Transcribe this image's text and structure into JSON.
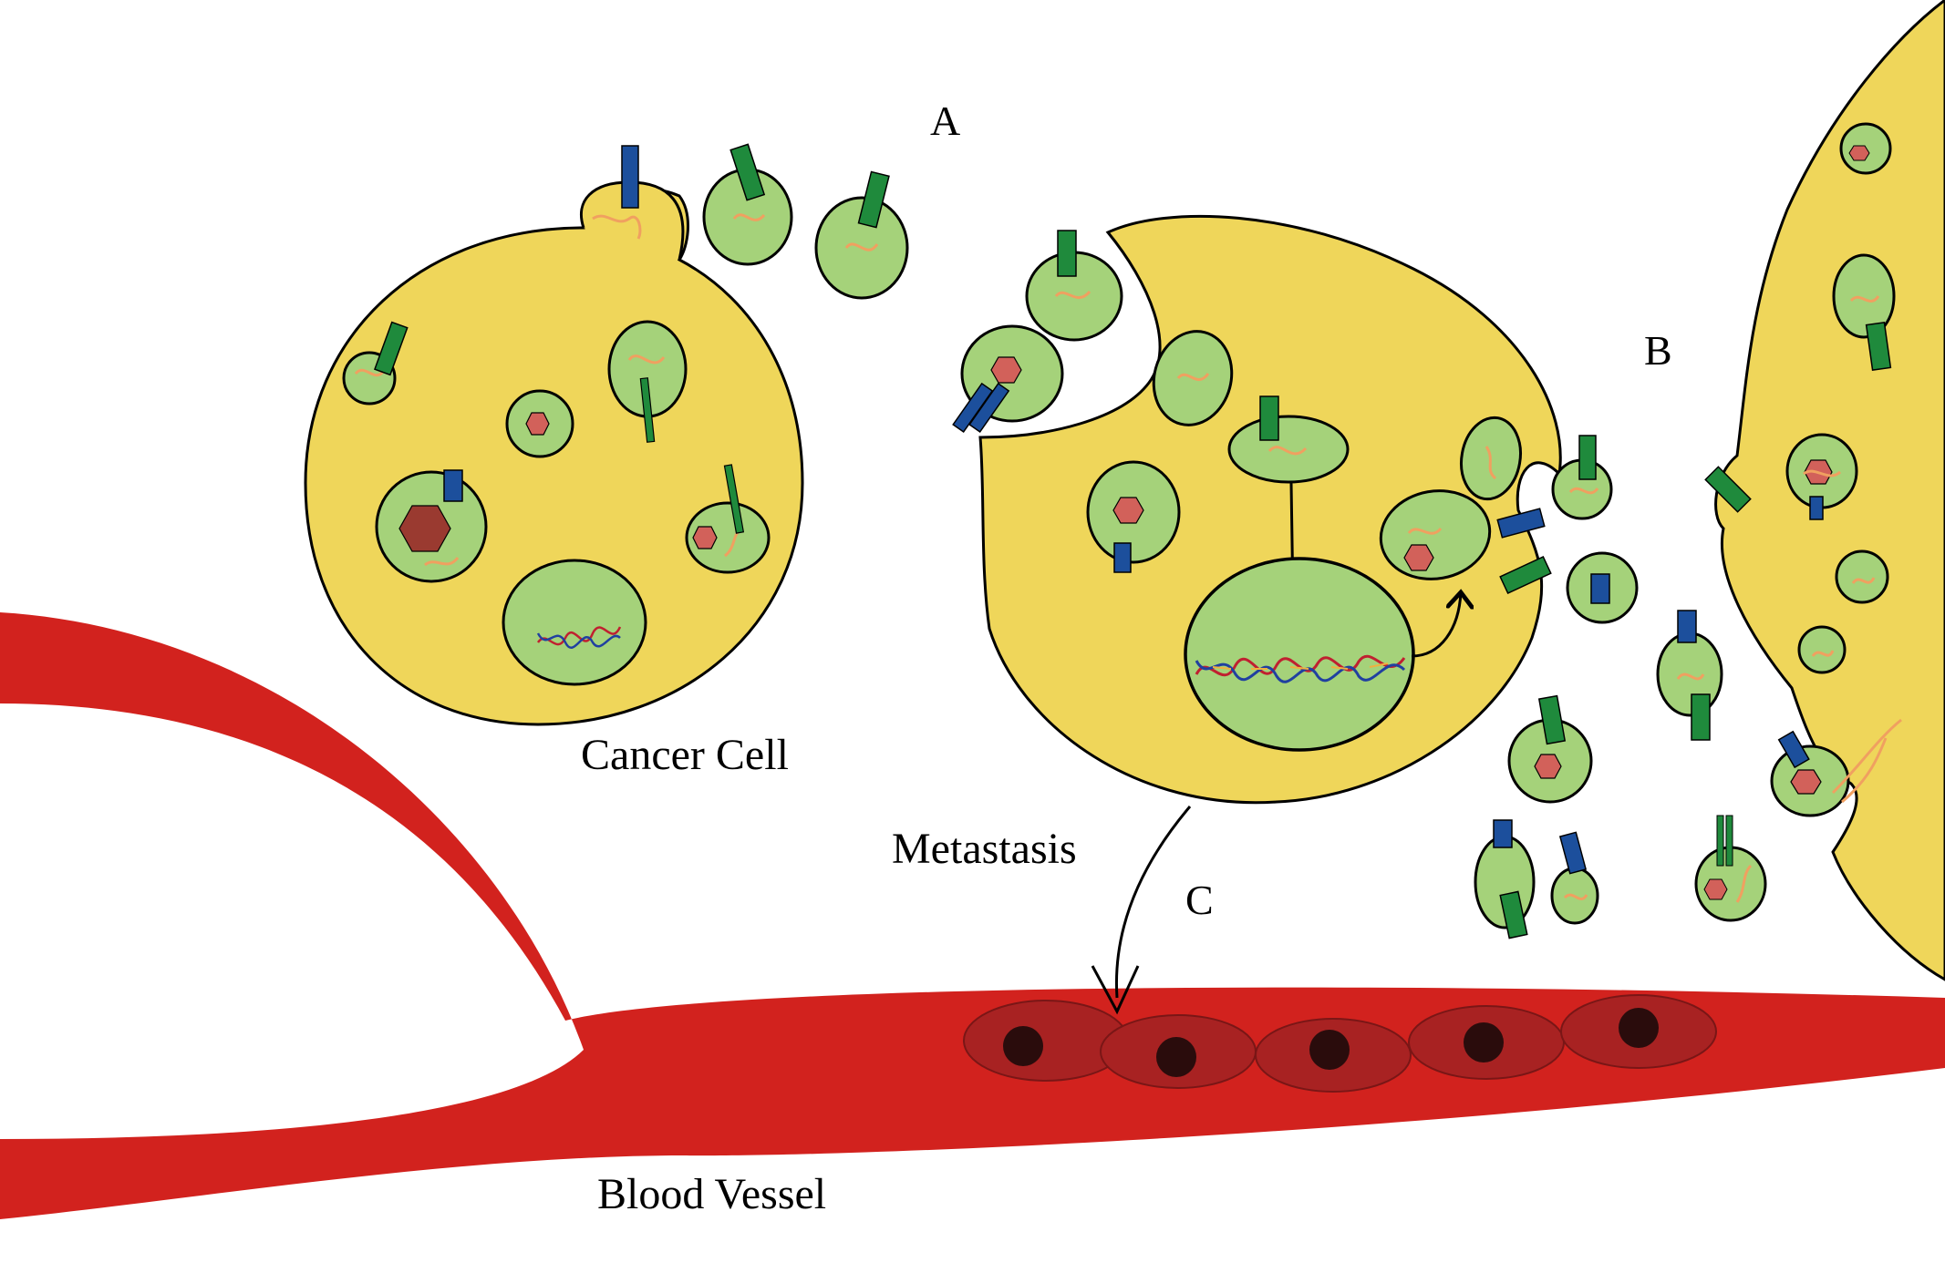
{
  "labels": {
    "a": "A",
    "b": "B",
    "c": "C",
    "cancer_cell": "Cancer Cell",
    "metastasis": "Metastasis",
    "blood_vessel": "Blood Vessel"
  },
  "colors": {
    "cell": "#efd65a",
    "vesicle": "#a5d27a",
    "vessel": "#d2221e",
    "endothelial": "#a82222",
    "nucleus_dark": "#2a0c0c",
    "receptor_green": "#1f8a3c",
    "receptor_blue": "#1c4f9c",
    "cargo_hex": "#d2615a",
    "cargo_hex_dark": "#9a3a30",
    "rna_strand": "#f0a060",
    "outline": "#000000"
  },
  "icons": [
    "hexagon-protein-icon",
    "rna-strand-icon",
    "dna-helix-icon",
    "receptor-icon"
  ]
}
